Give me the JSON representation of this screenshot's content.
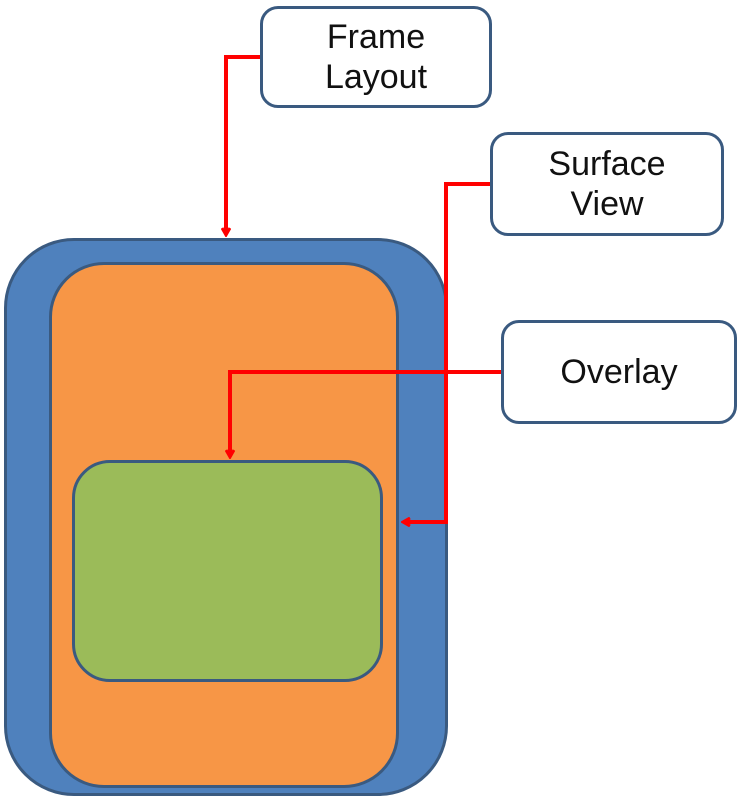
{
  "labels": {
    "frame_layout": "Frame\nLayout",
    "surface_view": "Surface\nView",
    "overlay": "Overlay"
  },
  "colors": {
    "frame_layout_fill": "#4f81bd",
    "surface_view_fill": "#f79646",
    "overlay_fill": "#9bbb59",
    "outline": "#3a5a80",
    "arrow": "#ff0000",
    "label_fill": "#ffffff"
  }
}
